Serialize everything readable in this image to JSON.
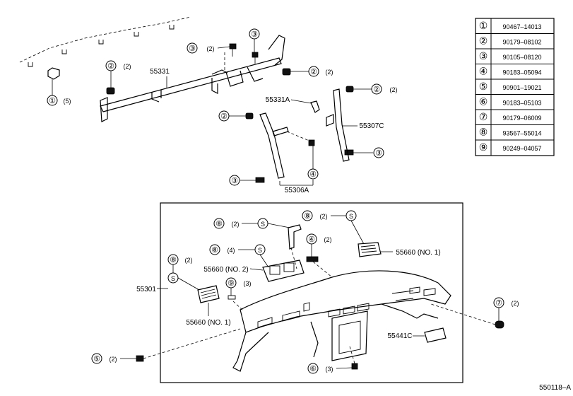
{
  "diagram_id": "550118–A",
  "parts_table": [
    {
      "num": "①",
      "part": "90467–14013"
    },
    {
      "num": "②",
      "part": "90179–08102"
    },
    {
      "num": "③",
      "part": "90105–08120"
    },
    {
      "num": "④",
      "part": "90183–05094"
    },
    {
      "num": "⑤",
      "part": "90901–19021"
    },
    {
      "num": "⑥",
      "part": "90183–05103"
    },
    {
      "num": "⑦",
      "part": "90179–06009"
    },
    {
      "num": "⑧",
      "part": "93567–55014"
    },
    {
      "num": "⑨",
      "part": "90249–04057"
    }
  ],
  "labels": {
    "reinforcement": "55331",
    "reinforcement_a": "55331A",
    "brace_c": "55307C",
    "brace_a": "55306A",
    "panel": "55301",
    "vent_no1_right": "55660 (NO. 1)",
    "vent_no2": "55660 (NO. 2)",
    "vent_no1_left": "55660 (NO. 1)",
    "vent_side": "55441C"
  },
  "callouts": {
    "c1_num": "①",
    "c1_qty": "(5)",
    "c2a_num": "②",
    "c2a_qty": "(2)",
    "c3a_num": "③",
    "c3a_qty": "(2)",
    "c3b_num": "③",
    "c2b_num": "②",
    "c2b_qty": "(2)",
    "c2c_num": "②",
    "c2c_qty": "(2)",
    "c2d_num": "②",
    "c3c_num": "③",
    "c4a_num": "④",
    "c3d_num": "③",
    "c8a_num": "⑧",
    "c8a_qty": "(2)",
    "c8a_s": "S",
    "c8b_num": "⑧",
    "c8b_qty": "(2)",
    "c8b_s": "S",
    "c4b_num": "④",
    "c4b_qty": "(2)",
    "c8c_num": "⑧",
    "c8c_qty": "(4)",
    "c8c_s": "S",
    "c8d_num": "⑧",
    "c8d_qty": "(2)",
    "c8d_s": "S",
    "c9_num": "⑨",
    "c9_qty": "(3)",
    "c7_num": "⑦",
    "c7_qty": "(2)",
    "c5_num": "⑤",
    "c5_qty": "(2)",
    "c6_num": "⑥",
    "c6_qty": "(3)"
  }
}
